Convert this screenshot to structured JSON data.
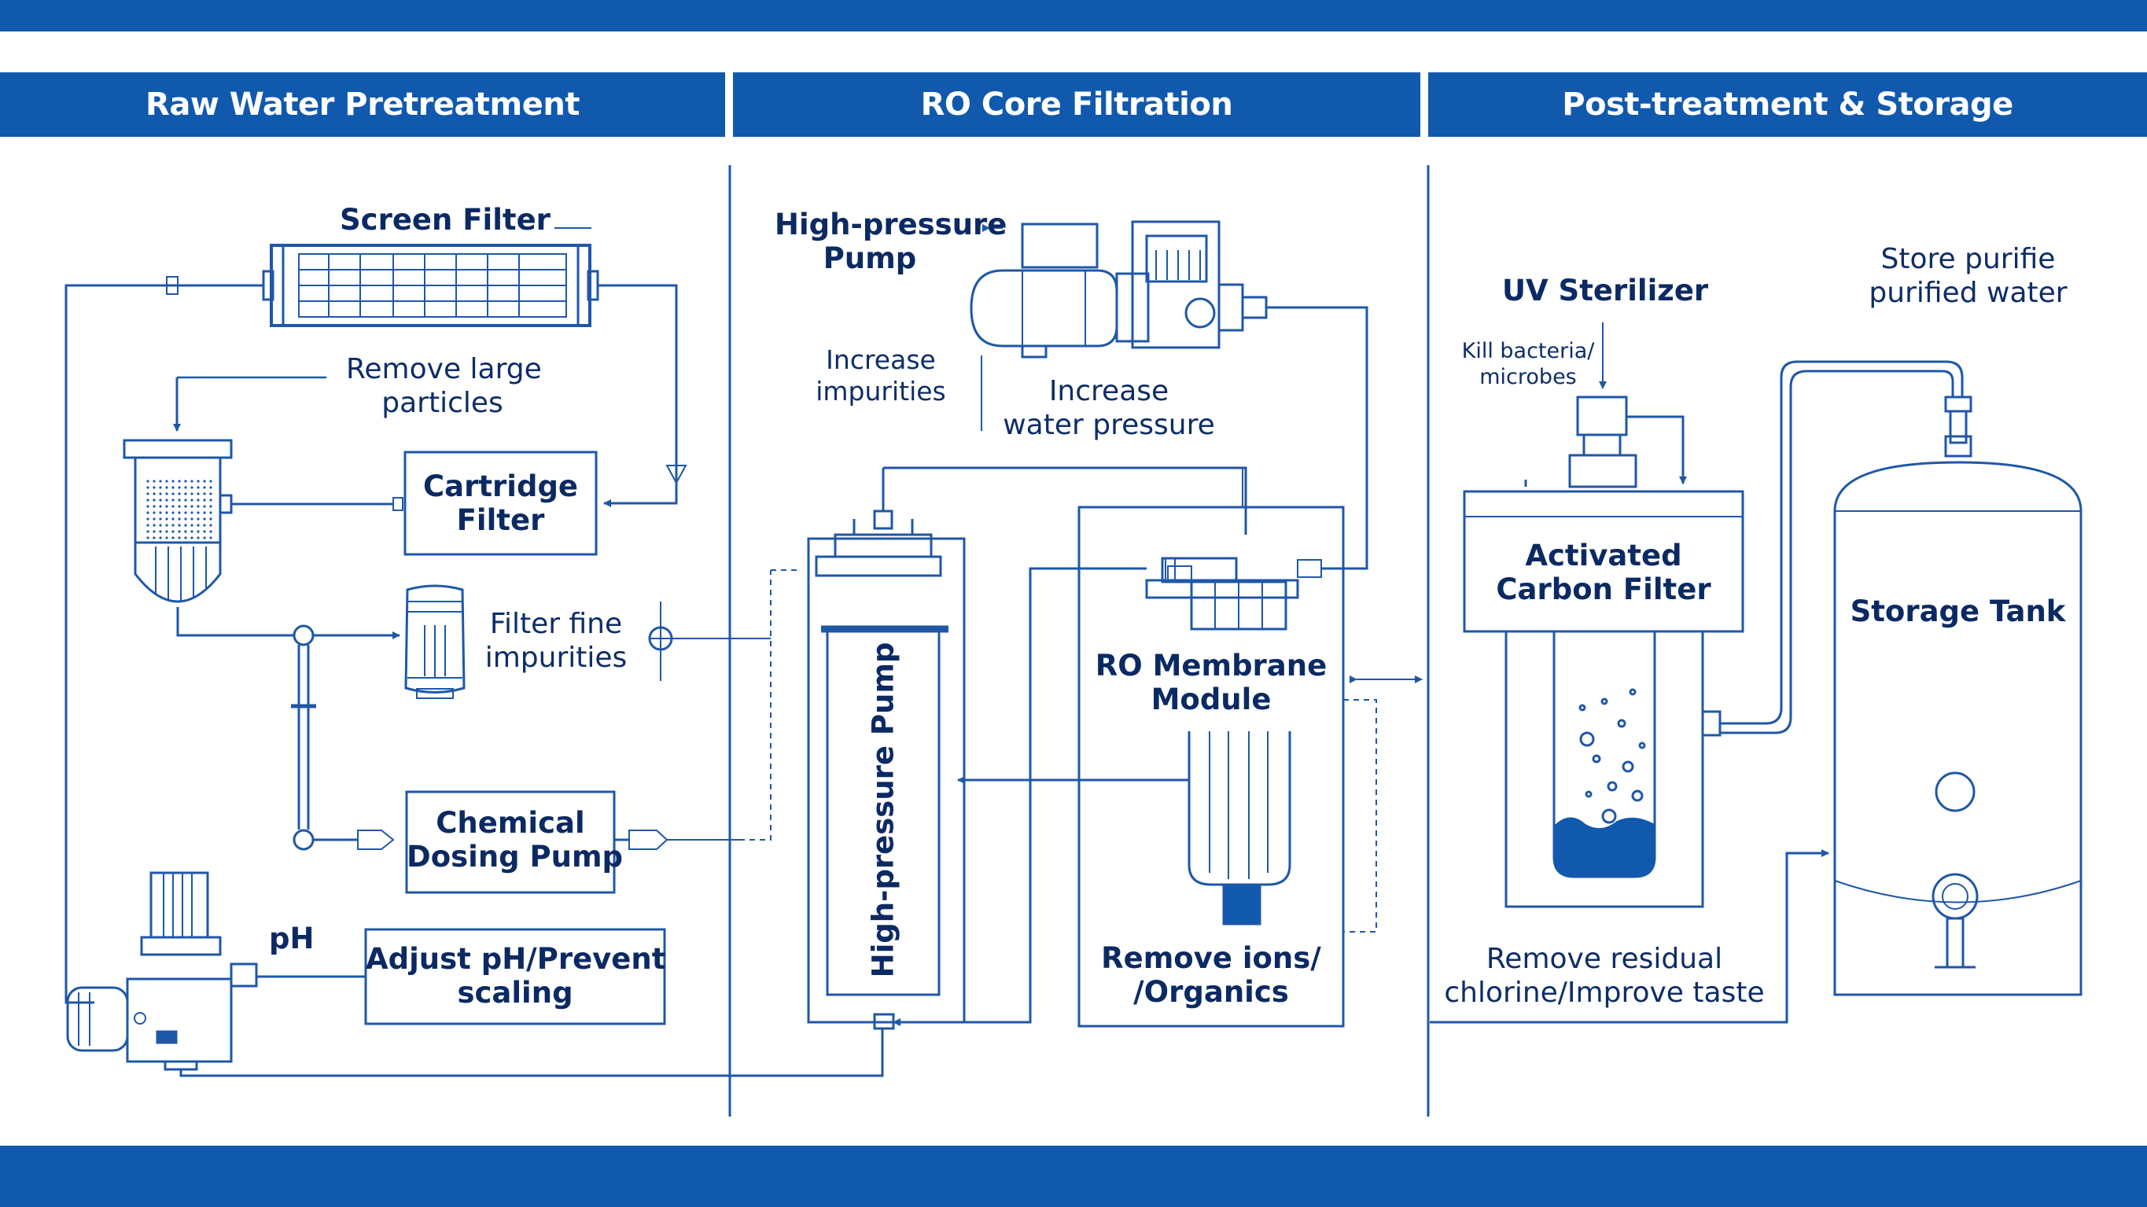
{
  "colors": {
    "brand_blue": "#1059ad",
    "line_blue": "#1f57a8",
    "text_navy": "#0d2d66",
    "background": "#ffffff"
  },
  "sections": {
    "pretreatment": "Raw Water Pretreatment",
    "ro_core": "RO Core Filtration",
    "post": "Post-treatment & Storage"
  },
  "pretreatment": {
    "screen_filter": "Screen Filter",
    "screen_note_1": "Remove large",
    "screen_note_2": "particles",
    "cartridge_1": "Cartridge",
    "cartridge_2": "Filter",
    "fine_note_1": "Filter fine",
    "fine_note_2": "impurities",
    "dosing_1": "Chemical",
    "dosing_2": "Dosing Pump",
    "ph_tag": "pH",
    "adjust_1": "Adjust pH/Prevent",
    "adjust_2": "scaling"
  },
  "ro_core": {
    "pump_1": "High-pressure",
    "pump_2": "Pump",
    "impurities_1": "Increase",
    "impurities_2": "impurities",
    "pressure_1": "Increase",
    "pressure_2": "water pressure",
    "vessel_vertical": "High-pressure Pump",
    "membrane_1": "RO Membrane",
    "membrane_2": "Module",
    "ions_1": "Remove ions/",
    "ions_2": "/Organics"
  },
  "post": {
    "uv": "UV Sterilizer",
    "kill_1": "Kill bacteria/",
    "kill_2": "microbes",
    "store_1": "Store purifie",
    "store_2": "purified water",
    "carbon_1": "Activated",
    "carbon_2": "Carbon Filter",
    "tank": "Storage Tank",
    "chlorine_1": "Remove residual",
    "chlorine_2": "chlorine/Improve taste"
  }
}
